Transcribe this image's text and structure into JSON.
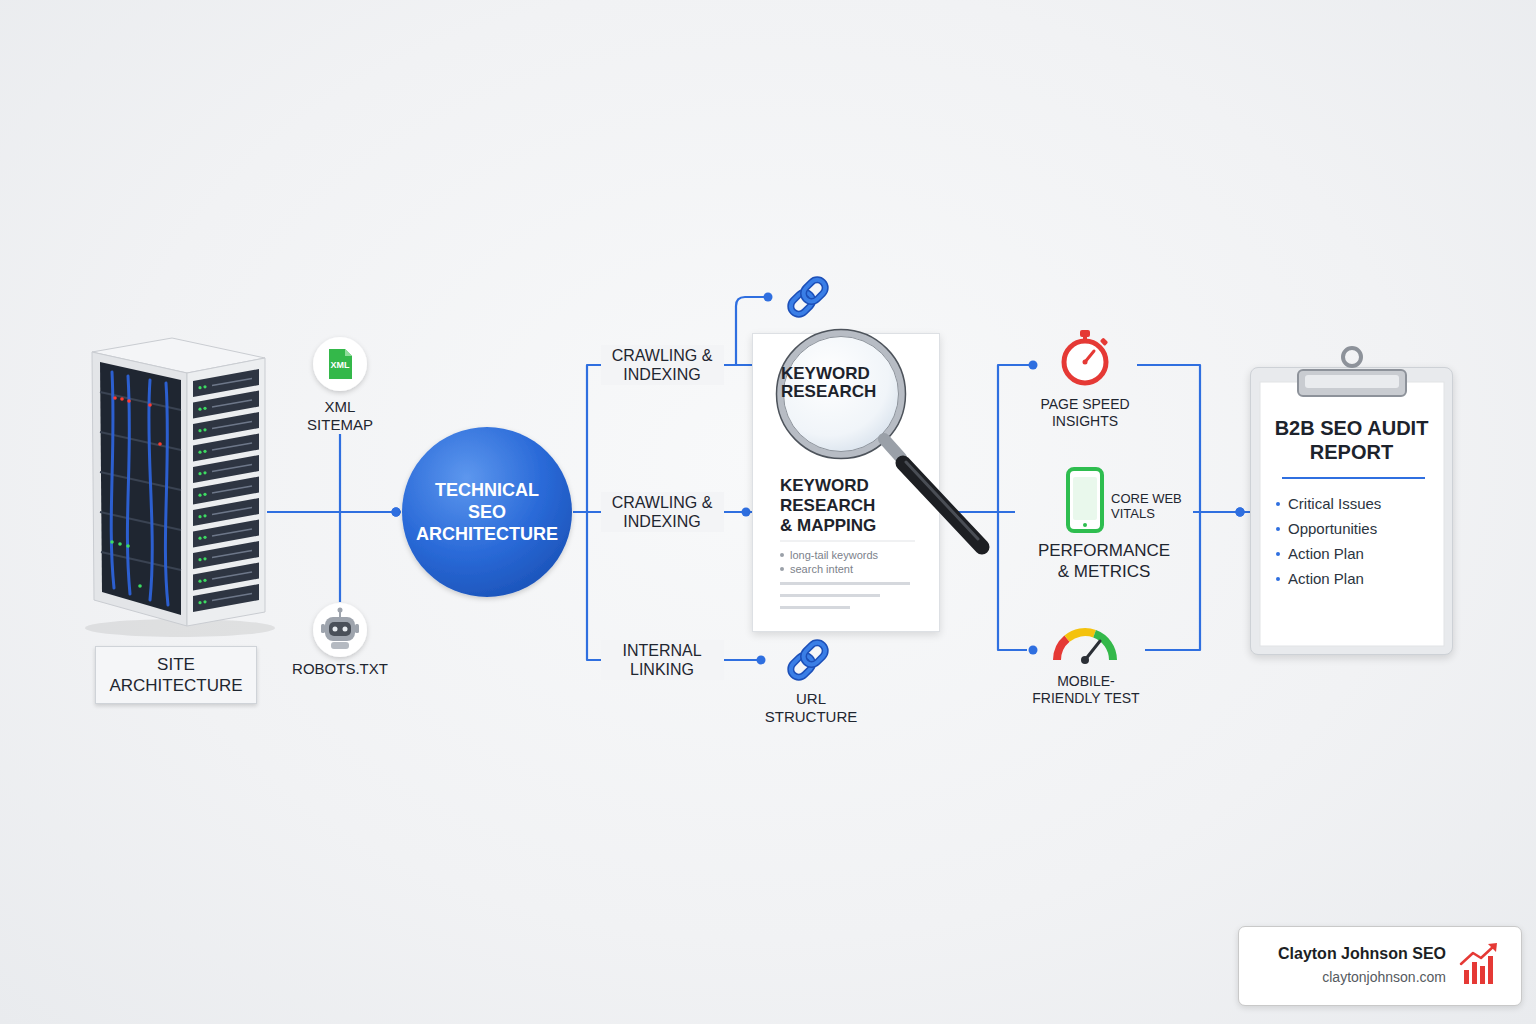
{
  "diagram": {
    "nodes": [
      {
        "text": [
          "SITE ARCHITECTURE"
        ]
      },
      {
        "text": [
          "XML",
          "XML SITEMAP"
        ]
      },
      {
        "text": [
          "ROBOTS.TXT"
        ]
      },
      {
        "text": [
          "TECHNICAL SEO ARCHITECTURE"
        ]
      },
      {
        "text": [
          "KEYWORD RESEARCH & MAPPING",
          "long-tail keywords",
          "search intent"
        ]
      },
      {
        "text": [
          "KEYWORD RESEARCH"
        ],
        "in": 4
      },
      {
        "text": [
          "URL STRUCTURE"
        ]
      },
      {
        "text": [
          "PAGE SPEED INSIGHTS"
        ]
      },
      {
        "text": [
          "CORE WEB VITALS",
          "PERFORMANCE & METRICS"
        ]
      },
      {
        "text": [
          "MOBILE-FRIENDLY TEST"
        ]
      },
      {
        "text": [
          "B2B SEO AUDIT REPORT",
          "Critical Issues",
          "Opportunities",
          "Action Plan",
          "Action Plan"
        ]
      },
      {
        "text": [
          "Clayton Johnson SEO",
          "claytonjohnson.com"
        ]
      }
    ],
    "edges": [
      {
        "from": 0,
        "to": 3,
        "arrow": "none"
      },
      {
        "from": 1,
        "to": 3,
        "arrow": "none"
      },
      {
        "from": 2,
        "to": 3,
        "arrow": "none"
      },
      {
        "from": 3,
        "to": 5,
        "label": "CRAWLING & INDEXING",
        "arrow": "none"
      },
      {
        "from": 3,
        "to": 4,
        "label": "CRAWLING & INDEXING",
        "arrow": "none"
      },
      {
        "from": 3,
        "to": 6,
        "label": "INTERNAL LINKING",
        "arrow": "none"
      },
      {
        "from": 4,
        "to": 7,
        "arrow": "none"
      },
      {
        "from": 4,
        "to": 8,
        "arrow": "none"
      },
      {
        "from": 4,
        "to": 9,
        "arrow": "none"
      },
      {
        "from": 7,
        "to": 10,
        "arrow": "none"
      },
      {
        "from": 8,
        "to": 10,
        "arrow": "none"
      },
      {
        "from": 9,
        "to": 10,
        "arrow": "none"
      }
    ]
  }
}
